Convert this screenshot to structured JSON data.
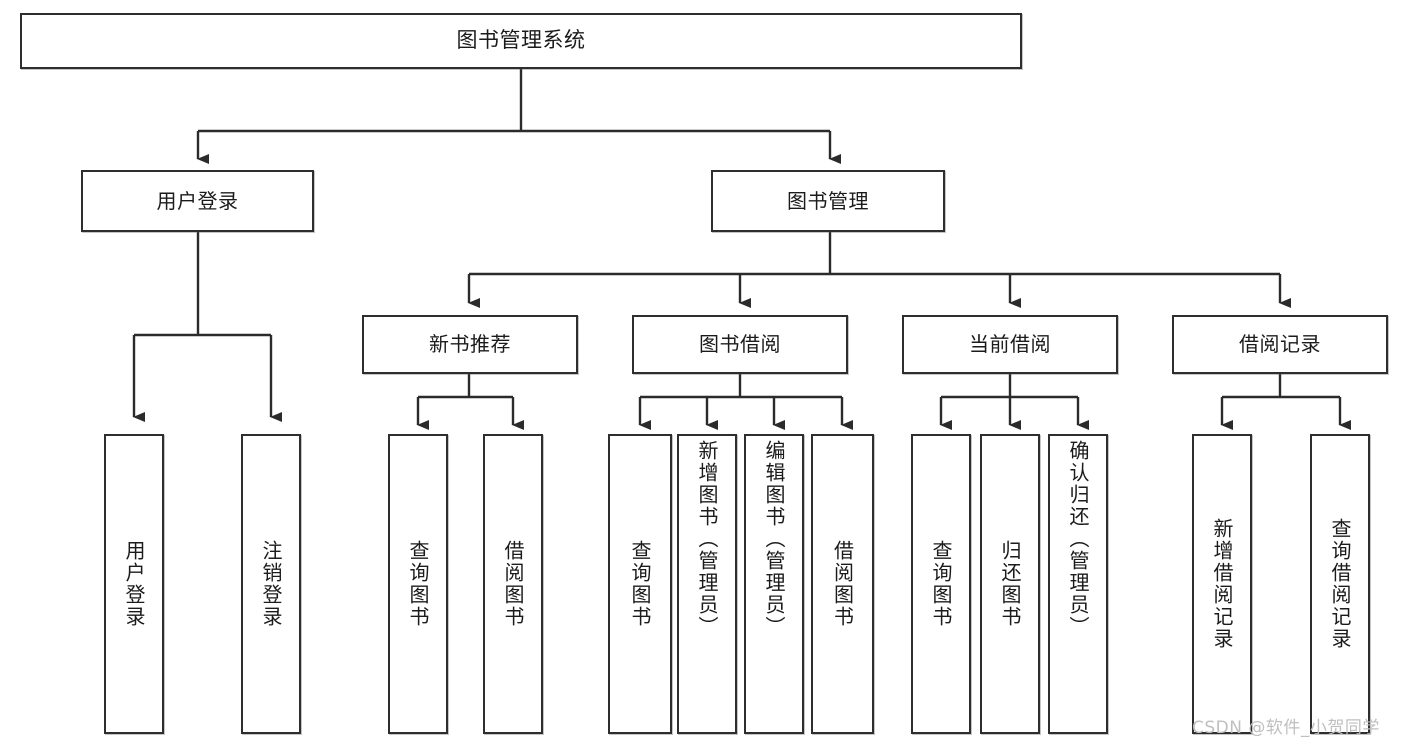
{
  "diagram": {
    "type": "hierarchy-tree",
    "title": "图书管理系统",
    "watermark": "CSDN @软件_小贺同学",
    "colors": {
      "box_border": "#2e2e2e",
      "box_fill": "#ffffff",
      "connector": "#2b2b2b",
      "text": "#1b1b1b",
      "watermark": "#bfbfbf"
    },
    "root": {
      "label": "图书管理系统"
    },
    "level2": [
      {
        "label": "用户登录"
      },
      {
        "label": "图书管理"
      }
    ],
    "level3": [
      {
        "label": "新书推荐"
      },
      {
        "label": "图书借阅"
      },
      {
        "label": "当前借阅"
      },
      {
        "label": "借阅记录"
      }
    ],
    "leaves": {
      "user_login": [
        {
          "label": "用户登录"
        },
        {
          "label": "注销登录"
        }
      ],
      "new_book_recommend": [
        {
          "label": "查询图书"
        },
        {
          "label": "借阅图书"
        }
      ],
      "book_borrow": [
        {
          "label": "查询图书"
        },
        {
          "label": "新增图书（管理员）"
        },
        {
          "label": "编辑图书（管理员）"
        },
        {
          "label": "借阅图书"
        }
      ],
      "current_borrow": [
        {
          "label": "查询图书"
        },
        {
          "label": "归还图书"
        },
        {
          "label": "确认归还（管理员）"
        }
      ],
      "borrow_record": [
        {
          "label": "新增借阅记录"
        },
        {
          "label": "查询借阅记录"
        }
      ]
    }
  }
}
